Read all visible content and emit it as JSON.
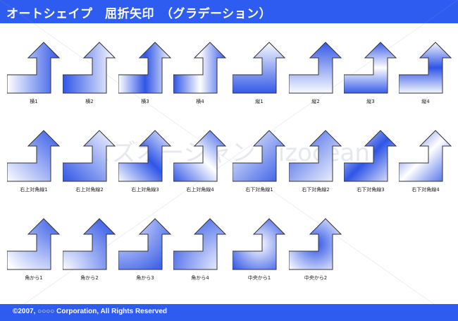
{
  "header": {
    "title": "オートシェイプ　屈折矢印　（グラデーション）"
  },
  "footer": {
    "copyright": "©2007, ○○○○ Corporation, All Rights Reserved"
  },
  "colors": {
    "header_bg": "#2f5cf0",
    "gradient_blue": "#2f55e6",
    "shape_stroke": "#333333"
  },
  "watermark": {
    "text": "ビズオーシャン bizocean"
  },
  "shapes": [
    {
      "label": "横1",
      "style": "h1"
    },
    {
      "label": "横2",
      "style": "h2"
    },
    {
      "label": "横3",
      "style": "h3"
    },
    {
      "label": "横4",
      "style": "h4"
    },
    {
      "label": "縦1",
      "style": "v1"
    },
    {
      "label": "縦2",
      "style": "v2"
    },
    {
      "label": "縦3",
      "style": "v3"
    },
    {
      "label": "縦4",
      "style": "v4"
    },
    {
      "label": "右上対角線1",
      "style": "d1"
    },
    {
      "label": "右上対角線2",
      "style": "d2"
    },
    {
      "label": "右上対角線3",
      "style": "d3"
    },
    {
      "label": "右上対角線4",
      "style": "d4"
    },
    {
      "label": "右下対角線1",
      "style": "e1"
    },
    {
      "label": "右下対角線2",
      "style": "e2"
    },
    {
      "label": "右下対角線3",
      "style": "e3"
    },
    {
      "label": "右下対角線4",
      "style": "e4"
    },
    {
      "label": "角から1",
      "style": "c1"
    },
    {
      "label": "角から2",
      "style": "c2"
    },
    {
      "label": "角から3",
      "style": "c3"
    },
    {
      "label": "角から4",
      "style": "c4"
    },
    {
      "label": "中央から1",
      "style": "m1"
    },
    {
      "label": "中央から2",
      "style": "m2"
    }
  ]
}
